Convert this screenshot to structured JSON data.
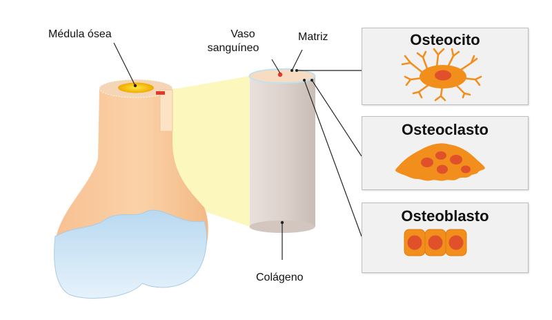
{
  "labels": {
    "marrow": "Médula ósea",
    "vessel_line1": "Vaso",
    "vessel_line2": "sanguíneo",
    "matrix": "Matriz",
    "collagen": "Colágeno"
  },
  "cells": [
    {
      "title": "Osteocito"
    },
    {
      "title": "Osteoclasto"
    },
    {
      "title": "Osteoblasto"
    }
  ],
  "colors": {
    "bone": "#f8c89a",
    "cartilage": "#cfe6f6",
    "marrow": "#f5c400",
    "cylinder": "#ddd2cc",
    "cell_orange": "#f28e1c",
    "nucleus": "#e0502a"
  }
}
